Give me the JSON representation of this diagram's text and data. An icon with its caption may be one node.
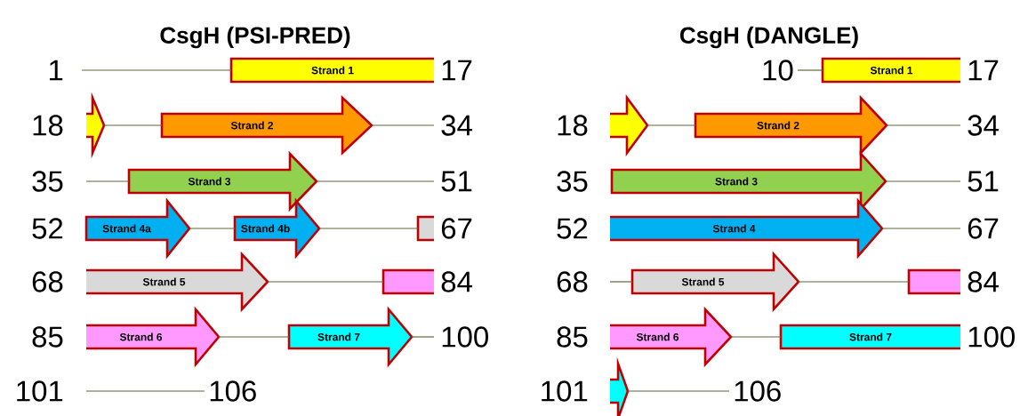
{
  "diagram": {
    "nodes": [
      {
        "text": [
          "1"
        ]
      },
      {
        "text": [
          "Strand 1"
        ]
      },
      {
        "text": [
          "17"
        ]
      },
      {
        "text": [
          "18"
        ]
      },
      {
        "text": [],
        "shape": "arrow"
      },
      {
        "text": [
          "Strand 2"
        ]
      },
      {
        "text": [
          "34"
        ]
      },
      {
        "text": [
          "35"
        ]
      },
      {
        "text": [
          "Strand 3"
        ]
      },
      {
        "text": [
          "51"
        ]
      },
      {
        "text": [
          "52"
        ]
      },
      {
        "text": [
          "Strand 4a"
        ]
      },
      {
        "text": [
          "Strand 4b"
        ]
      },
      {
        "text": [],
        "shape": "box"
      },
      {
        "text": [
          "67"
        ]
      },
      {
        "text": [
          "68"
        ]
      },
      {
        "text": [
          "Strand 5"
        ]
      },
      {
        "text": [],
        "shape": "box"
      },
      {
        "text": [
          "84"
        ]
      },
      {
        "text": [
          "85"
        ]
      },
      {
        "text": [
          "Strand 6"
        ]
      },
      {
        "text": [
          "Strand 7"
        ]
      },
      {
        "text": [
          "100"
        ]
      },
      {
        "text": [
          "101"
        ]
      },
      {
        "text": [
          "106"
        ]
      },
      {
        "text": [
          "10"
        ]
      },
      {
        "text": [
          "Strand 1"
        ]
      },
      {
        "text": [
          "17"
        ]
      },
      {
        "text": [
          "18"
        ]
      },
      {
        "text": [],
        "shape": "arrow"
      },
      {
        "text": [
          "Strand 2"
        ]
      },
      {
        "text": [
          "34"
        ]
      },
      {
        "text": [
          "35"
        ]
      },
      {
        "text": [
          "Strand 3"
        ]
      },
      {
        "text": [
          "51"
        ]
      },
      {
        "text": [
          "52"
        ]
      },
      {
        "text": [
          "Strand 4"
        ]
      },
      {
        "text": [
          "67"
        ]
      },
      {
        "text": [
          "68"
        ]
      },
      {
        "text": [
          "Strand 5"
        ]
      },
      {
        "text": [],
        "shape": "box"
      },
      {
        "text": [
          "84"
        ]
      },
      {
        "text": [
          "85"
        ]
      },
      {
        "text": [
          "Strand 6"
        ]
      },
      {
        "text": [
          "Strand 7"
        ]
      },
      {
        "text": [
          "100"
        ]
      },
      {
        "text": [
          "101"
        ]
      },
      {
        "text": [],
        "shape": "arrow"
      },
      {
        "text": [
          "106"
        ]
      }
    ],
    "edges": [
      {
        "from": 0,
        "to": 1,
        "arrow": "none"
      },
      {
        "from": 4,
        "to": 5,
        "arrow": "none"
      },
      {
        "from": 5,
        "to": 6,
        "arrow": "none"
      },
      {
        "from": 7,
        "to": 8,
        "arrow": "none"
      },
      {
        "from": 8,
        "to": 9,
        "arrow": "none"
      },
      {
        "from": 11,
        "to": 12,
        "arrow": "none"
      },
      {
        "from": 12,
        "to": 13,
        "arrow": "none"
      },
      {
        "from": 16,
        "to": 17,
        "arrow": "none"
      },
      {
        "from": 20,
        "to": 21,
        "arrow": "none"
      },
      {
        "from": 21,
        "to": 22,
        "arrow": "none"
      },
      {
        "from": 23,
        "to": 24,
        "arrow": "none"
      },
      {
        "from": 25,
        "to": 26,
        "arrow": "none"
      },
      {
        "from": 29,
        "to": 30,
        "arrow": "none"
      },
      {
        "from": 30,
        "to": 31,
        "arrow": "none"
      },
      {
        "from": 33,
        "to": 34,
        "arrow": "none"
      },
      {
        "from": 36,
        "to": 37,
        "arrow": "none"
      },
      {
        "from": 38,
        "to": 39,
        "arrow": "none"
      },
      {
        "from": 39,
        "to": 40,
        "arrow": "none"
      },
      {
        "from": 43,
        "to": 44,
        "arrow": "none"
      },
      {
        "from": 47,
        "to": 48,
        "arrow": "none"
      }
    ],
    "labels": [
      "CsgH (PSI-PRED)",
      "CsgH (DANGLE)"
    ]
  }
}
